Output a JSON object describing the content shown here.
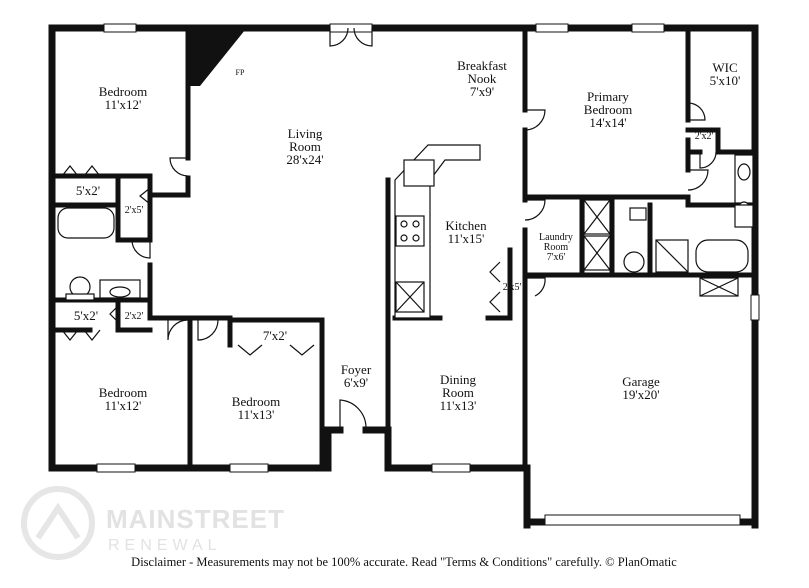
{
  "rooms": {
    "bedroom_nw": {
      "name": "Bedroom",
      "size": "11'x12'"
    },
    "living": {
      "name": "Living",
      "name2": "Room",
      "size": "28'x24'"
    },
    "fireplace": "FP",
    "breakfast": {
      "name": "Breakfast",
      "name2": "Nook",
      "size": "7'x9'"
    },
    "primary": {
      "name": "Primary",
      "name2": "Bedroom",
      "size": "14'x14'"
    },
    "wic": {
      "name": "WIC",
      "size": "5'x10'"
    },
    "primary_closet": "2'x2'",
    "closet_nw": "5'x2'",
    "linen_1": "2'x5'",
    "kitchen": {
      "name": "Kitchen",
      "size": "11'x15'"
    },
    "laundry": {
      "name": "Laundry",
      "name2": "Room",
      "size": "7'x6'"
    },
    "pantry": "2'x5'",
    "closet_sw": "5'x2'",
    "linen_2": "2'x2'",
    "closet_mid": "7'x2'",
    "bedroom_sw": {
      "name": "Bedroom",
      "size": "11'x12'"
    },
    "bedroom_mid": {
      "name": "Bedroom",
      "size": "11'x13'"
    },
    "foyer": {
      "name": "Foyer",
      "size": "6'x9'"
    },
    "dining": {
      "name": "Dining",
      "name2": "Room",
      "size": "11'x13'"
    },
    "garage": {
      "name": "Garage",
      "size": "19'x20'"
    }
  },
  "watermark": {
    "line1": "MAINSTREET",
    "line2": "RENEWAL"
  },
  "disclaimer": "Disclaimer - Measurements may not be 100% accurate. Read \"Terms & Conditions\" carefully. © PlanOmatic"
}
